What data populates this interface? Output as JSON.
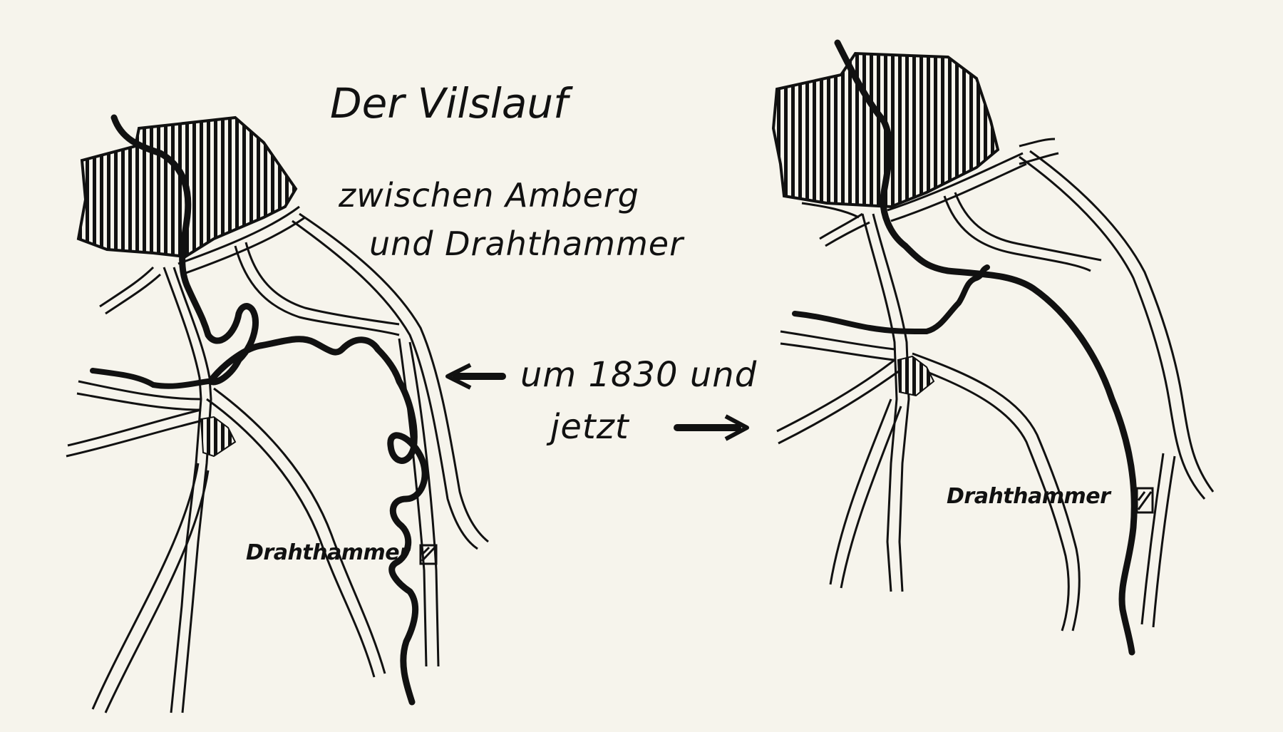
{
  "title": "Der Vilslauf",
  "subtitle_line1": "zwischen Amberg",
  "subtitle_line2": "und Drahthammer",
  "caption_line1": "um 1830 und",
  "caption_line2": "jetzt",
  "maps": [
    {
      "place_label": "Drahthammer",
      "era_note": "um 1830"
    },
    {
      "place_label": "Drahthammer",
      "era_note": "jetzt"
    }
  ],
  "colors": {
    "ink": "#111111",
    "paper": "#f6f4ec"
  },
  "icons": {
    "arrow_left": "arrow-left-icon",
    "arrow_right": "arrow-right-icon",
    "settlement": "settlement-marker-icon"
  }
}
